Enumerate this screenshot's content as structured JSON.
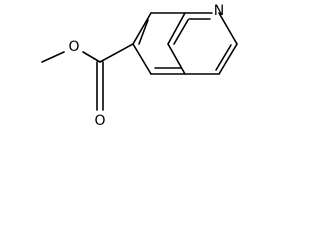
{
  "structure": {
    "atoms": {
      "ring_nitrogen": "N",
      "ester_oxygen_single": "O",
      "ester_oxygen_double": "O"
    },
    "colors": {
      "bond": "#000000",
      "label": "#000000",
      "background": "#ffffff"
    }
  }
}
